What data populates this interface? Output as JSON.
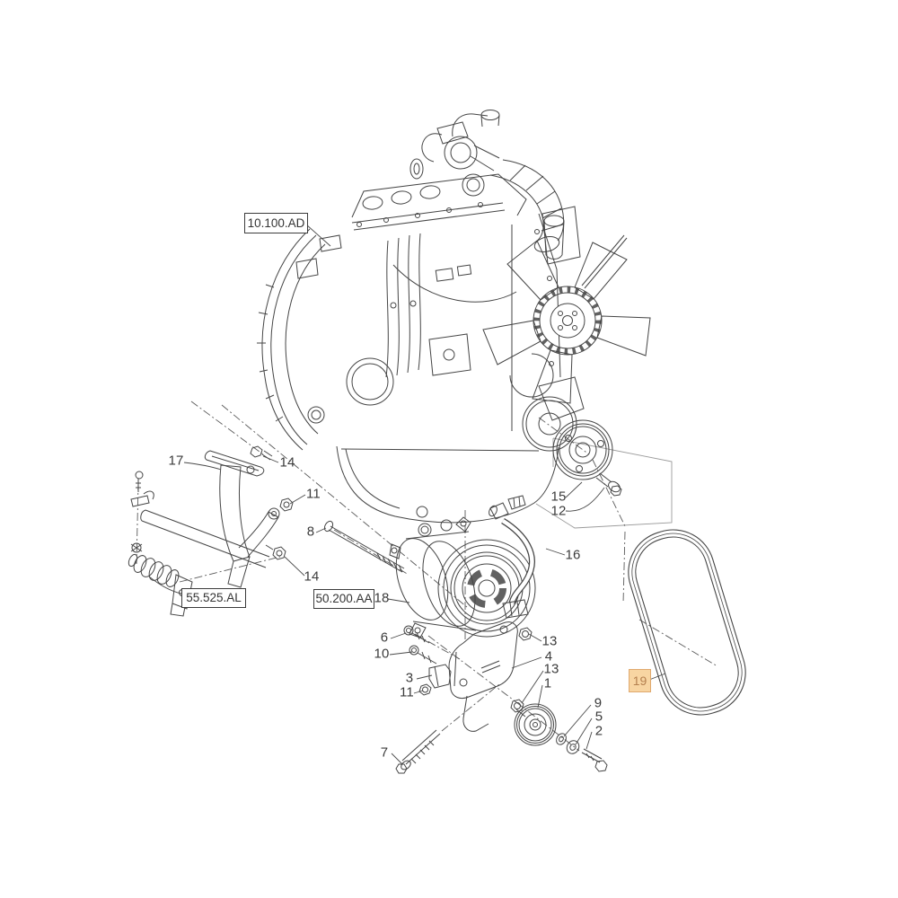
{
  "colors": {
    "background": "#ffffff",
    "line": "#454545",
    "light_line": "#8c8c8c",
    "highlight_fill": "#f8d5a2",
    "highlight_border": "#e0a96e",
    "highlight_text": "#b5804f"
  },
  "ref_boxes": [
    {
      "id": "engine-section",
      "label": "10.100.AD"
    },
    {
      "id": "isolator-section",
      "label": "55.525.AL"
    },
    {
      "id": "compressor-section",
      "label": "50.200.AA"
    }
  ],
  "highlighted_callout": {
    "label": "19"
  },
  "callouts": [
    {
      "label": "17"
    },
    {
      "label": "14"
    },
    {
      "label": "11"
    },
    {
      "label": "8"
    },
    {
      "label": "14"
    },
    {
      "label": "15"
    },
    {
      "label": "12"
    },
    {
      "label": "16"
    },
    {
      "label": "18"
    },
    {
      "label": "6"
    },
    {
      "label": "10"
    },
    {
      "label": "13"
    },
    {
      "label": "4"
    },
    {
      "label": "3"
    },
    {
      "label": "13"
    },
    {
      "label": "11"
    },
    {
      "label": "1"
    },
    {
      "label": "7"
    },
    {
      "label": "9"
    },
    {
      "label": "5"
    },
    {
      "label": "2"
    }
  ]
}
